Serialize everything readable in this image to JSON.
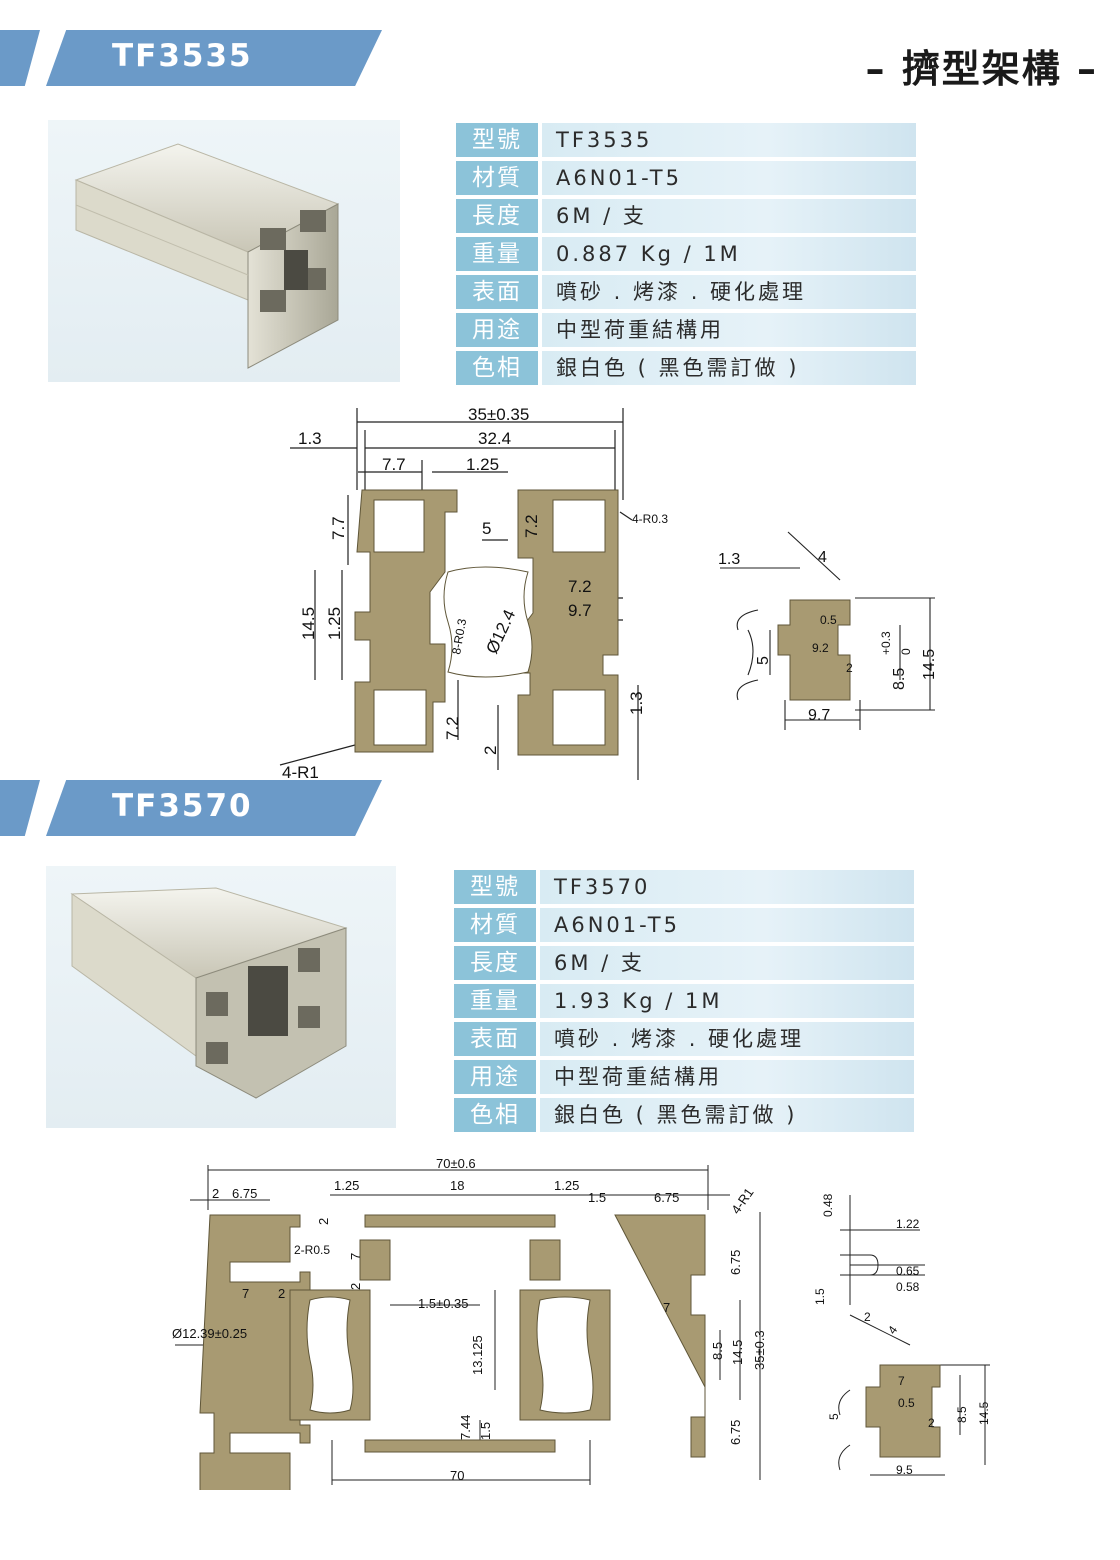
{
  "header": {
    "brand": "– 擠型架構 –"
  },
  "sections": [
    {
      "title": "TF3535",
      "specs": [
        {
          "label": "型號",
          "value": "TF3535"
        },
        {
          "label": "材質",
          "value": "A6N01-T5"
        },
        {
          "label": "長度",
          "value": "6M / 支"
        },
        {
          "label": "重量",
          "value": "0.887 Kg / 1M"
        },
        {
          "label": "表面",
          "value": "噴砂 . 烤漆 . 硬化處理"
        },
        {
          "label": "用途",
          "value": "中型荷重結構用"
        },
        {
          "label": "色相",
          "value": "銀白色 ( 黑色需訂做 )"
        }
      ],
      "dims": {
        "overall": "35±0.35",
        "inner": "32.4",
        "edge": "1.3",
        "slot": "7.7",
        "wall": "1.25",
        "opening": "5",
        "lip": "7.2",
        "radius_corner": "4-R0.3",
        "radius_outer": "4-R1",
        "inner_radius": "8-R0.3",
        "bore": "Ø12.4",
        "pitch": "14.5",
        "wall2": "1.25",
        "slot_depth": "7.2",
        "slot_w": "9.7",
        "bottom_gap": "2",
        "bottom_edge": "1.3",
        "left_lip": "7.7",
        "left_slot": "7.2"
      },
      "nut_dims": {
        "edge": "1.3",
        "angle": "4",
        "gap": "0.5",
        "w": "9.2",
        "tol": "+0.3",
        "zero": "0",
        "h": "8.5",
        "total": "14.5",
        "open": "5",
        "step": "2",
        "base": "9.7"
      }
    },
    {
      "title": "TF3570",
      "specs": [
        {
          "label": "型號",
          "value": "TF3570"
        },
        {
          "label": "材質",
          "value": "A6N01-T5"
        },
        {
          "label": "長度",
          "value": "6M / 支"
        },
        {
          "label": "重量",
          "value": "1.93 Kg / 1M"
        },
        {
          "label": "表面",
          "value": "噴砂 . 烤漆 . 硬化處理"
        },
        {
          "label": "用途",
          "value": "中型荷重結構用"
        },
        {
          "label": "色相",
          "value": "銀白色 ( 黑色需訂做 )"
        }
      ],
      "dims": {
        "overall": "70±0.6",
        "d2": "2",
        "d675": "6.75",
        "d125a": "1.25",
        "d18": "18",
        "d125b": "1.25",
        "d15": "1.5",
        "d675b": "6.75",
        "r1": "4-R1",
        "r05": "2-R0.5",
        "d7a": "7",
        "d7b": "7",
        "d2b": "2",
        "d2c": "2",
        "d2d": "2",
        "bore": "Ø12.39±0.25",
        "d15tol": "1.5±0.35",
        "d13125": "13.125",
        "d744": "7.44",
        "d15b": "1.5",
        "d70": "70",
        "d85": "8.5",
        "d145": "14.5",
        "d35": "35±0.3",
        "d675c": "6.75",
        "d675d": "6.75",
        "d7c": "7"
      },
      "nut_dims": {
        "d048": "0.48",
        "d122": "1.22",
        "d065": "0.65",
        "d058": "0.58",
        "d15": "1.5",
        "d2": "2",
        "d4": "4",
        "d7": "7",
        "d05": "0.5",
        "d2b": "2",
        "d5": "5",
        "d85": "8.5",
        "d145": "14.5",
        "d95": "9.5"
      }
    }
  ],
  "colors": {
    "banner": "#6b9ac8",
    "label_bg": "#8cc3d9",
    "row_bg": "#dcedf5",
    "profile": "#a89a72",
    "dim_line": "#222222"
  }
}
